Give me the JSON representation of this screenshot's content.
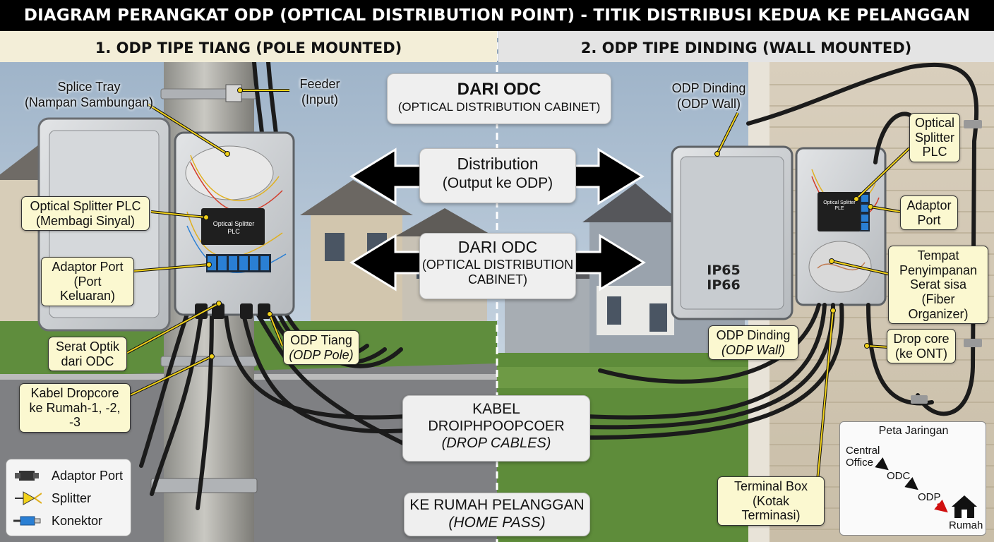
{
  "title": "DIAGRAM PERANGKAT ODP (OPTICAL DISTRIBUTION POINT) - TITIK DISTRIBUSI KEDUA KE PELANGGAN",
  "sections": {
    "left": "1. ODP TIPE TIANG (POLE MOUNTED)",
    "right": "2. ODP TIPE DINDING (WALL MOUNTED)"
  },
  "pole_labels": {
    "splice_tray": [
      "Splice Tray",
      "(Nampan Sambungan)"
    ],
    "feeder": [
      "Feeder",
      "(Input)"
    ],
    "splitter": [
      "Optical Splitter PLC",
      "(Membagi Sinyal)"
    ],
    "adaptor": [
      "Adaptor Port",
      "(Port Keluaran)"
    ],
    "serat": [
      "Serat Optik",
      "dari ODC"
    ],
    "dropcore": [
      "Kabel Dropcore",
      "ke Rumah-1, -2, -3"
    ],
    "odp_tiang": [
      "ODP Tiang",
      "(ODP Pole)"
    ],
    "device_text": [
      "Optical Splitter",
      "PLC"
    ]
  },
  "center": {
    "dari_odc_1": [
      "DARI ODC",
      "(OPTICAL DISTRIBUTION CABINET)"
    ],
    "distribution": [
      "Distribution",
      "(Output ke ODP)"
    ],
    "dari_odc_2": [
      "DARI ODC",
      "(OPTICAL DISTRIBUTION",
      "CABINET)"
    ],
    "kabel": [
      "KABEL",
      "DROIPHPOOPCOER",
      "(DROP CABLES)"
    ],
    "rumah": [
      "KE RUMAH PELANGGAN",
      "(HOME PASS)"
    ]
  },
  "wall_labels": {
    "odp_dinding_top": [
      "ODP Dinding",
      "(ODP Wall)"
    ],
    "splitter": [
      "Optical",
      "Splitter",
      "PLC"
    ],
    "adaptor": [
      "Adaptor",
      "Port"
    ],
    "tempat": [
      "Tempat",
      "Penyimpanan",
      "Serat sisa",
      "(Fiber Organizer)"
    ],
    "drop_core": [
      "Drop core",
      "(ke ONT)"
    ],
    "odp_dinding": [
      "ODP Dinding",
      "(ODP Wall)"
    ],
    "terminal": [
      "Terminal Box",
      "(Kotak Terminasi)"
    ],
    "ip_rating": [
      "IP65",
      "IP66"
    ],
    "device_text": [
      "Optical Splitter",
      "PLE"
    ]
  },
  "legend": {
    "items": [
      {
        "icon": "adaptor-port-icon",
        "label": "Adaptor Port"
      },
      {
        "icon": "splitter-icon",
        "label": "Splitter"
      },
      {
        "icon": "connector-icon",
        "label": "Konektor"
      }
    ]
  },
  "network_map": {
    "title": "Peta Jaringan",
    "central": [
      "Central",
      "Office"
    ],
    "odc": "ODC",
    "odp": "ODP",
    "rumah": "Rumah"
  },
  "colors": {
    "label_bg": "#fbf8d0",
    "title_bg": "#000000",
    "left_header_bg": "#f3eed8",
    "right_header_bg": "#e4e4e4",
    "leader_line": "#f2d21a",
    "adaptor_blue": "#2a7fd4"
  }
}
